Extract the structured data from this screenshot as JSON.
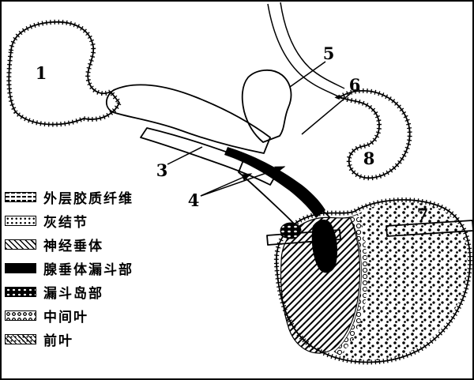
{
  "figure": {
    "background": "#ffffff",
    "ink": "#000000",
    "legend": [
      {
        "key": "outer-glial-fibers",
        "label": "外层胶质纤维"
      },
      {
        "key": "tuber-cinereum",
        "label": "灰结节"
      },
      {
        "key": "neurohypophysis",
        "label": "神经垂体"
      },
      {
        "key": "adenohypophysis-infundibulum",
        "label": "腺垂体漏斗部"
      },
      {
        "key": "infundibular-islets",
        "label": "漏斗岛部"
      },
      {
        "key": "intermediate-lobe",
        "label": "中间叶"
      },
      {
        "key": "anterior-lobe",
        "label": "前叶"
      }
    ],
    "callouts": {
      "c1": "1",
      "c3": "3",
      "c4": "4",
      "c5": "5",
      "c6": "6",
      "c7": "7",
      "c8": "8"
    }
  }
}
